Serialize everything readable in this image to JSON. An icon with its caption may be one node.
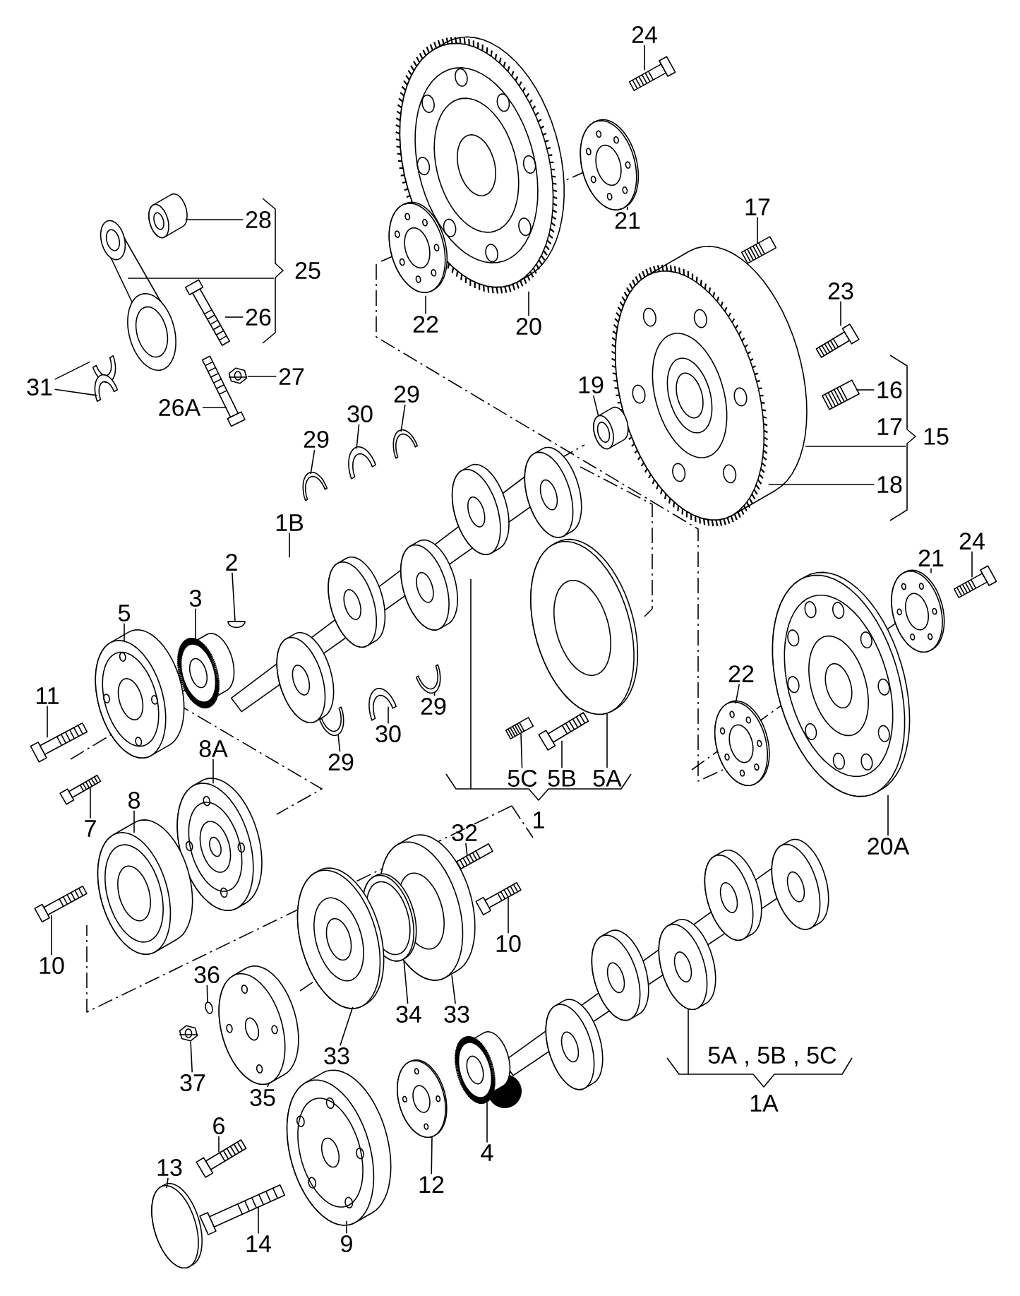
{
  "diagram": {
    "nodes": [
      {
        "text": [
          "24"
        ]
      },
      {
        "text": [
          "21"
        ]
      },
      {
        "text": [
          "20"
        ]
      },
      {
        "text": [
          "22"
        ]
      },
      {
        "text": [
          "28"
        ]
      },
      {
        "text": [
          "26"
        ]
      },
      {
        "text": [
          "27"
        ]
      },
      {
        "text": [
          "26A"
        ]
      },
      {
        "text": [
          "31"
        ]
      },
      {
        "text": [
          "29"
        ]
      },
      {
        "text": [
          "30"
        ]
      },
      {
        "text": [
          "29"
        ]
      },
      {
        "text": [
          "17"
        ]
      },
      {
        "text": [
          "23"
        ]
      },
      {
        "text": [
          "16"
        ]
      },
      {
        "text": [
          "18"
        ]
      },
      {
        "text": [
          "19"
        ]
      },
      {
        "text": [
          "1B"
        ]
      },
      {
        "text": [
          "2"
        ]
      },
      {
        "text": [
          "3"
        ]
      },
      {
        "text": [
          "5"
        ]
      },
      {
        "text": [
          "11"
        ]
      },
      {
        "text": [
          "7"
        ]
      },
      {
        "text": [
          "8A"
        ]
      },
      {
        "text": [
          "8"
        ]
      },
      {
        "text": [
          "10"
        ]
      },
      {
        "text": [
          "29"
        ]
      },
      {
        "text": [
          "30"
        ]
      },
      {
        "text": [
          "29"
        ]
      },
      {
        "text": [
          "5C"
        ]
      },
      {
        "text": [
          "5B"
        ]
      },
      {
        "text": [
          "5A"
        ]
      },
      {
        "text": [
          "22"
        ]
      },
      {
        "text": [
          "21"
        ]
      },
      {
        "text": [
          "24"
        ]
      },
      {
        "text": [
          "20A"
        ]
      },
      {
        "text": [
          "32"
        ]
      },
      {
        "text": [
          "10"
        ]
      },
      {
        "text": [
          "33"
        ]
      },
      {
        "text": [
          "34"
        ]
      },
      {
        "text": [
          "33"
        ]
      },
      {
        "text": [
          "36"
        ]
      },
      {
        "text": [
          "37"
        ]
      },
      {
        "text": [
          "35"
        ]
      },
      {
        "text": [
          "6"
        ]
      },
      {
        "text": [
          "13"
        ]
      },
      {
        "text": [
          "14"
        ]
      },
      {
        "text": [
          "9"
        ]
      },
      {
        "text": [
          "12"
        ]
      },
      {
        "text": [
          "4"
        ]
      },
      {
        "text": [],
        "shape": "picture"
      },
      {
        "text": [],
        "shape": "picture"
      },
      {
        "text": [],
        "shape": "picture"
      },
      {
        "text": [],
        "shape": "picture"
      },
      {
        "text": [],
        "shape": "picture"
      },
      {
        "text": [],
        "shape": "picture"
      },
      {
        "text": [],
        "shape": "picture"
      },
      {
        "text": [],
        "shape": "picture"
      },
      {
        "text": [],
        "shape": "picture"
      },
      {
        "text": [],
        "shape": "picture"
      },
      {
        "text": [],
        "shape": "picture"
      },
      {
        "text": [],
        "shape": "picture"
      },
      {
        "text": [],
        "shape": "picture"
      },
      {
        "text": [],
        "shape": "picture"
      },
      {
        "text": [],
        "shape": "picture"
      },
      {
        "text": [],
        "shape": "picture"
      },
      {
        "text": [],
        "shape": "picture"
      },
      {
        "text": [],
        "shape": "picture"
      },
      {
        "text": [],
        "shape": "picture"
      },
      {
        "text": [],
        "shape": "picture"
      },
      {
        "text": [],
        "shape": "picture"
      },
      {
        "text": [],
        "shape": "picture"
      },
      {
        "text": [],
        "shape": "picture"
      },
      {
        "text": [],
        "shape": "picture"
      },
      {
        "text": [],
        "shape": "picture"
      },
      {
        "text": [],
        "shape": "picture"
      },
      {
        "text": [],
        "shape": "picture"
      },
      {
        "text": [],
        "shape": "picture"
      },
      {
        "text": [],
        "shape": "picture"
      },
      {
        "text": [],
        "shape": "picture"
      },
      {
        "text": [],
        "shape": "picture"
      },
      {
        "text": [],
        "shape": "picture"
      },
      {
        "text": [],
        "shape": "picture"
      },
      {
        "text": [],
        "shape": "picture"
      },
      {
        "text": [],
        "shape": "picture"
      },
      {
        "text": [],
        "shape": "picture"
      },
      {
        "text": [],
        "shape": "picture"
      },
      {
        "text": [],
        "shape": "picture"
      },
      {
        "text": [],
        "shape": "picture"
      },
      {
        "text": [],
        "shape": "picture"
      },
      {
        "text": [],
        "shape": "picture"
      },
      {
        "text": [],
        "shape": "picture"
      },
      {
        "text": [],
        "shape": "picture"
      },
      {
        "text": [],
        "shape": "picture"
      },
      {
        "text": [],
        "shape": "picture"
      },
      {
        "text": [],
        "shape": "picture"
      },
      {
        "text": [],
        "shape": "picture"
      },
      {
        "text": [],
        "shape": "picture"
      },
      {
        "text": [],
        "shape": "picture"
      },
      {
        "text": [],
        "shape": "picture"
      },
      {
        "text": [],
        "shape": "picture"
      }
    ],
    "edges": [
      {
        "from": 0,
        "to": 50,
        "arrow": "none"
      },
      {
        "from": 1,
        "to": 51,
        "arrow": "none"
      },
      {
        "from": 2,
        "to": 52,
        "arrow": "none"
      },
      {
        "from": 3,
        "to": 53,
        "arrow": "none"
      },
      {
        "from": 4,
        "to": 54,
        "arrow": "none"
      },
      {
        "from": 5,
        "to": 55,
        "arrow": "none"
      },
      {
        "from": 6,
        "to": 56,
        "arrow": "none"
      },
      {
        "from": 7,
        "to": 57,
        "arrow": "none"
      },
      {
        "from": 8,
        "to": 58,
        "arrow": "none"
      },
      {
        "from": 8,
        "to": 59,
        "arrow": "none"
      },
      {
        "from": 9,
        "to": 60,
        "arrow": "none"
      },
      {
        "from": 10,
        "to": 61,
        "arrow": "none"
      },
      {
        "from": 11,
        "to": 62,
        "arrow": "none"
      },
      {
        "from": 12,
        "to": 63,
        "arrow": "none"
      },
      {
        "from": 13,
        "to": 64,
        "arrow": "none"
      },
      {
        "from": 14,
        "to": 65,
        "arrow": "none"
      },
      {
        "from": 15,
        "to": 66,
        "arrow": "none"
      },
      {
        "from": 16,
        "to": 67,
        "arrow": "none"
      },
      {
        "from": 17,
        "to": 68,
        "arrow": "none"
      },
      {
        "from": 18,
        "to": 69,
        "arrow": "none"
      },
      {
        "from": 19,
        "to": 70,
        "arrow": "none"
      },
      {
        "from": 20,
        "to": 71,
        "arrow": "none"
      },
      {
        "from": 21,
        "to": 72,
        "arrow": "none"
      },
      {
        "from": 22,
        "to": 73,
        "arrow": "none"
      },
      {
        "from": 23,
        "to": 74,
        "arrow": "none"
      },
      {
        "from": 24,
        "to": 75,
        "arrow": "none"
      },
      {
        "from": 25,
        "to": 76,
        "arrow": "none"
      },
      {
        "from": 26,
        "to": 77,
        "arrow": "none"
      },
      {
        "from": 27,
        "to": 78,
        "arrow": "none"
      },
      {
        "from": 28,
        "to": 79,
        "arrow": "none"
      },
      {
        "from": 29,
        "to": 80,
        "arrow": "none"
      },
      {
        "from": 30,
        "to": 81,
        "arrow": "none"
      },
      {
        "from": 31,
        "to": 82,
        "arrow": "none"
      },
      {
        "from": 32,
        "to": 83,
        "arrow": "none"
      },
      {
        "from": 33,
        "to": 84,
        "arrow": "none"
      },
      {
        "from": 34,
        "to": 85,
        "arrow": "none"
      },
      {
        "from": 35,
        "to": 86,
        "arrow": "none"
      },
      {
        "from": 36,
        "to": 87,
        "arrow": "none"
      },
      {
        "from": 37,
        "to": 88,
        "arrow": "none"
      },
      {
        "from": 38,
        "to": 89,
        "arrow": "none"
      },
      {
        "from": 39,
        "to": 90,
        "arrow": "none"
      },
      {
        "from": 40,
        "to": 91,
        "arrow": "none"
      },
      {
        "from": 41,
        "to": 92,
        "arrow": "none"
      },
      {
        "from": 42,
        "to": 93,
        "arrow": "none"
      },
      {
        "from": 43,
        "to": 94,
        "arrow": "none"
      },
      {
        "from": 44,
        "to": 95,
        "arrow": "none"
      },
      {
        "from": 45,
        "to": 96,
        "arrow": "none"
      },
      {
        "from": 46,
        "to": 97,
        "arrow": "none"
      },
      {
        "from": 47,
        "to": 98,
        "arrow": "none"
      },
      {
        "from": 48,
        "to": 99,
        "arrow": "none"
      },
      {
        "from": 49,
        "to": 100,
        "arrow": "none"
      }
    ],
    "labels": [
      "25",
      "17",
      "15",
      "1",
      "5A , 5B , 5C",
      "1A"
    ]
  }
}
